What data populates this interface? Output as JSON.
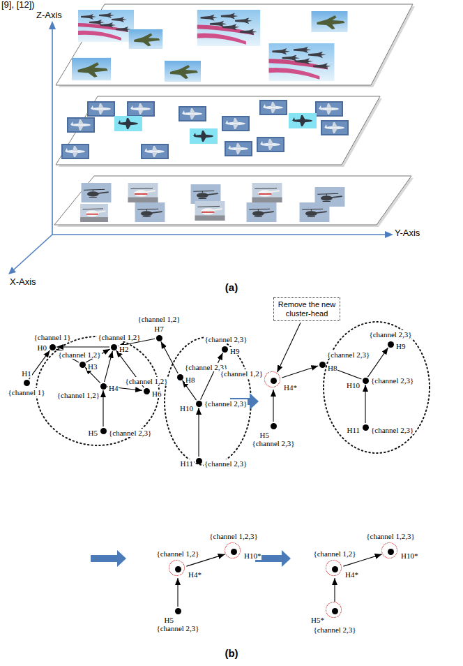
{
  "diagram": {
    "nodes": [
      {
        "text": [
          "H0",
          "{channel 1}"
        ]
      },
      {
        "text": [
          "H1",
          "{channel 1}"
        ]
      },
      {
        "text": [
          "H3",
          "{channel 1,2}"
        ]
      },
      {
        "text": [
          "H2",
          "{channel 1,2}"
        ]
      },
      {
        "text": [
          "H4",
          "{channel 1,2}"
        ]
      },
      {
        "text": [
          "H5",
          "{channel 2,3}"
        ]
      },
      {
        "text": [
          "H6",
          "{channel 1,2}"
        ]
      },
      {
        "text": [
          "H7",
          "{channel 1,2}"
        ]
      },
      {
        "text": [
          "H8",
          "{channel 2,3}"
        ]
      },
      {
        "text": [
          "H9",
          "{channel 2,3}"
        ]
      },
      {
        "text": [
          "H10",
          "{channel 2,3}"
        ]
      },
      {
        "text": [
          "H11",
          "{channel 2,3}"
        ]
      },
      {
        "text": [
          "Remove the new cluster-head"
        ]
      },
      {
        "text": [
          "H4*",
          "{channel 1,2}"
        ]
      },
      {
        "text": [
          "H5",
          "{channel 2,3}"
        ]
      },
      {
        "text": [
          "H8",
          "{channel 2,3}"
        ]
      },
      {
        "text": [
          "H9",
          "{channel 2,3}"
        ]
      },
      {
        "text": [
          "H10",
          "{channel 2,3}"
        ]
      },
      {
        "text": [
          "H11",
          "{channel 2,3}"
        ]
      },
      {
        "text": [
          "H4*",
          "{channel 1,2}"
        ]
      },
      {
        "text": [
          "H10*",
          "{channel 1,2,3}"
        ]
      },
      {
        "text": [
          "H5",
          "{channel 2,3}"
        ]
      },
      {
        "text": [
          "H4*",
          "{channel 1,2}"
        ]
      },
      {
        "text": [
          "H10*",
          "{channel 1,2,3}"
        ]
      },
      {
        "text": [
          "H5*",
          "{channel 2,3}"
        ]
      }
    ],
    "edges": [
      {
        "from": 1,
        "to": 0,
        "arrow": "to"
      },
      {
        "from": 2,
        "to": 0,
        "arrow": "to"
      },
      {
        "from": 3,
        "to": 0,
        "arrow": "to"
      },
      {
        "from": 2,
        "to": 3,
        "arrow": "to"
      },
      {
        "from": 4,
        "to": 2,
        "arrow": "to"
      },
      {
        "from": 4,
        "to": 3,
        "arrow": "to"
      },
      {
        "from": 5,
        "to": 4,
        "arrow": "to"
      },
      {
        "from": 4,
        "to": 6,
        "arrow": "to"
      },
      {
        "from": 6,
        "to": 3,
        "arrow": "to"
      },
      {
        "from": 7,
        "to": 3,
        "arrow": "to"
      },
      {
        "from": 8,
        "to": 7,
        "arrow": "to"
      },
      {
        "from": 10,
        "to": 8,
        "arrow": "to"
      },
      {
        "from": 10,
        "to": 9,
        "arrow": "to"
      },
      {
        "from": 11,
        "to": 10,
        "arrow": "to"
      },
      {
        "from": 12,
        "to": 13,
        "arrow": "to"
      },
      {
        "from": 14,
        "to": 13,
        "arrow": "to"
      },
      {
        "from": 13,
        "to": 15,
        "arrow": "to"
      },
      {
        "from": 17,
        "to": 15,
        "arrow": "to"
      },
      {
        "from": 17,
        "to": 16,
        "arrow": "to"
      },
      {
        "from": 18,
        "to": 17,
        "arrow": "to"
      },
      {
        "from": 19,
        "to": 20,
        "arrow": "to"
      },
      {
        "from": 21,
        "to": 19,
        "arrow": "to"
      },
      {
        "from": 22,
        "to": 23,
        "arrow": "to"
      },
      {
        "from": 24,
        "to": 22,
        "arrow": "to"
      }
    ],
    "labels": [
      "[9], [12])",
      "Z-Axis",
      "Y-Axis",
      "X-Axis",
      "(a)",
      "(b)"
    ]
  }
}
